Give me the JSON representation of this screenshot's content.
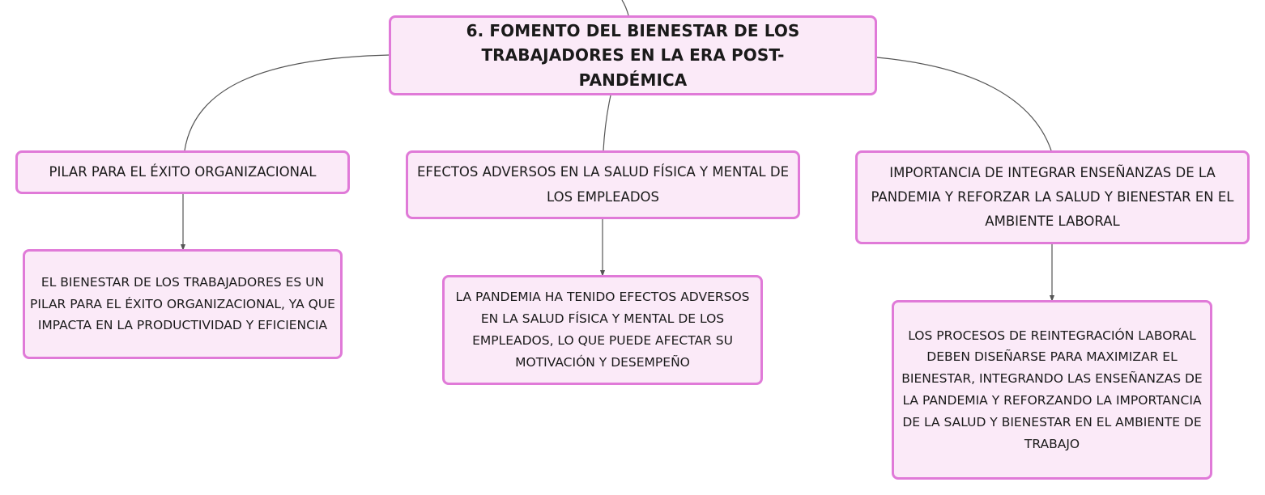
{
  "central_topic": "6. FOMENTO DEL BIENESTAR DE LOS TRABAJADORES EN LA ERA POST-PANDÉMICA",
  "branches": [
    {
      "topic": "PILAR PARA EL ÉXITO ORGANIZACIONAL",
      "detail": "EL BIENESTAR DE LOS TRABAJADORES ES UN PILAR PARA EL ÉXITO ORGANIZACIONAL, YA QUE IMPACTA EN LA PRODUCTIVIDAD Y EFICIENCIA"
    },
    {
      "topic": "EFECTOS ADVERSOS EN LA SALUD FÍSICA Y MENTAL DE LOS EMPLEADOS",
      "detail": "LA PANDEMIA HA TENIDO EFECTOS ADVERSOS EN LA SALUD FÍSICA Y MENTAL DE LOS EMPLEADOS, LO QUE PUEDE AFECTAR SU MOTIVACIÓN Y DESEMPEÑO"
    },
    {
      "topic": "IMPORTANCIA DE INTEGRAR ENSEÑANZAS DE LA PANDEMIA Y REFORZAR LA SALUD Y BIENESTAR EN EL AMBIENTE LABORAL",
      "detail": "LOS PROCESOS DE REINTEGRACIÓN LABORAL DEBEN DISEÑARSE PARA MAXIMIZAR EL BIENESTAR, INTEGRANDO LAS ENSEÑANZAS DE LA PANDEMIA Y REFORZANDO LA IMPORTANCIA DE LA SALUD Y BIENESTAR EN EL AMBIENTE DE TRABAJO"
    }
  ]
}
